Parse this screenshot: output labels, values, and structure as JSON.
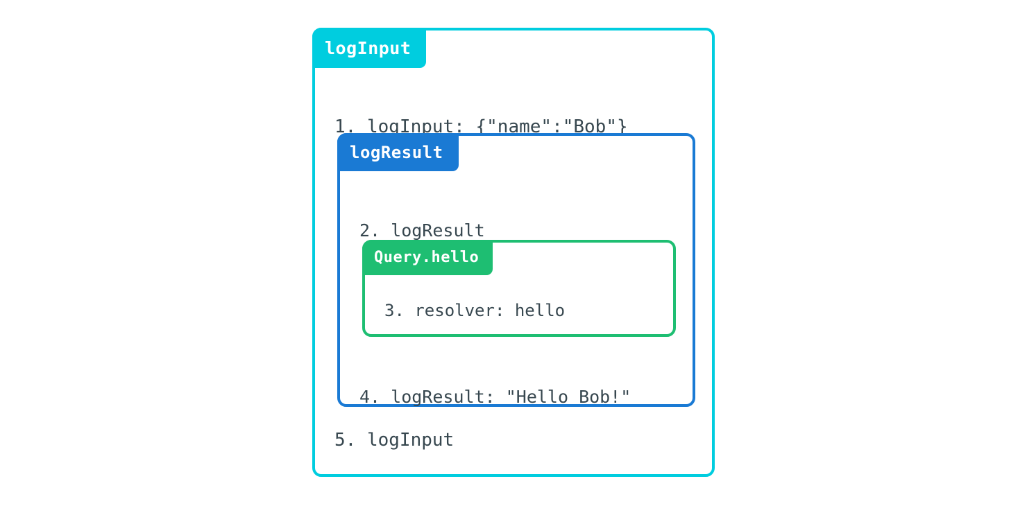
{
  "diagram": {
    "type": "nested-execution-trace",
    "background_color": "#ffffff",
    "text_color": "#37474f",
    "boxes": [
      {
        "id": "logInput",
        "label": "logInput",
        "color": "#00cddf",
        "depth": 0,
        "lines": [
          {
            "number": "1.",
            "text": "1. logInput: {\"name\":\"Bob\"}"
          },
          {
            "number": "5.",
            "text": "5. logInput"
          }
        ]
      },
      {
        "id": "logResult",
        "label": "logResult",
        "color": "#1a7ad4",
        "depth": 1,
        "lines": [
          {
            "number": "2.",
            "text": "2. logResult"
          },
          {
            "number": "4.",
            "text": "4. logResult: \"Hello Bob!\""
          }
        ]
      },
      {
        "id": "Query.hello",
        "label": "Query.hello",
        "color": "#1ebe72",
        "depth": 2,
        "lines": [
          {
            "number": "3.",
            "text": "3. resolver: hello"
          }
        ]
      }
    ],
    "trace": [
      {
        "step": 1,
        "text": "1. logInput: {\"name\":\"Bob\"}",
        "scope": "logInput"
      },
      {
        "step": 2,
        "text": "2. logResult",
        "scope": "logResult"
      },
      {
        "step": 3,
        "text": "3. resolver: hello",
        "scope": "Query.hello"
      },
      {
        "step": 4,
        "text": "4. logResult: \"Hello Bob!\"",
        "scope": "logResult"
      },
      {
        "step": 5,
        "text": "5. logInput",
        "scope": "logInput"
      }
    ]
  }
}
